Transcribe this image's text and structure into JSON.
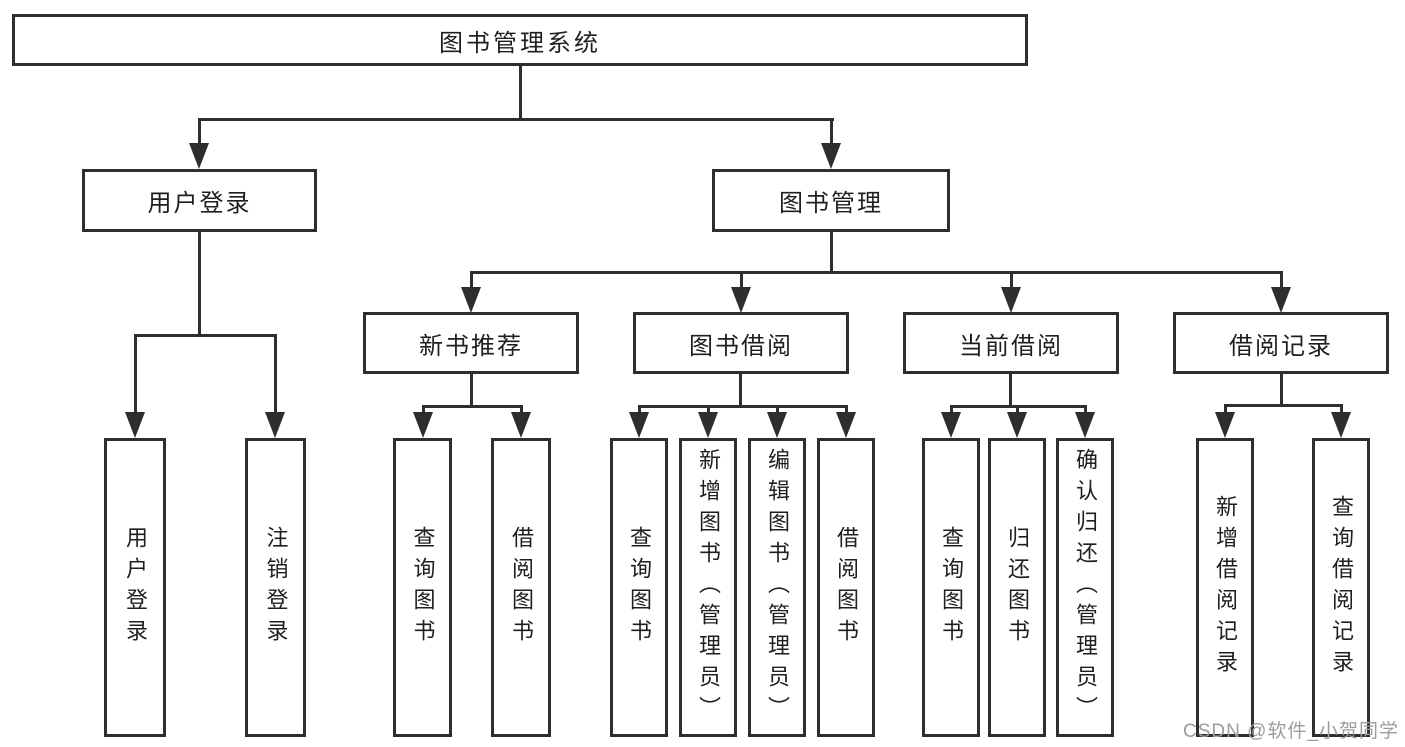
{
  "nodes": {
    "root": "图书管理系统",
    "user_login_group": "用户登录",
    "book_mgmt": "图书管理",
    "new_book_recommend": "新书推荐",
    "book_borrow": "图书借阅",
    "current_borrow": "当前借阅",
    "borrow_record": "借阅记录",
    "user_login": "用户登录",
    "logout_login": "注销登录",
    "rec_query_books": "查询图书",
    "rec_borrow_books": "借阅图书",
    "bb_query_books": "查询图书",
    "bb_add_books": "新增图书（管理员）",
    "bb_edit_books": "编辑图书（管理员）",
    "bb_borrow_books": "借阅图书",
    "cb_query_books": "查询图书",
    "cb_return_books": "归还图书",
    "cb_confirm_return": "确认归还（管理员）",
    "br_add_record": "新增借阅记录",
    "br_query_record": "查询借阅记录"
  },
  "structure": {
    "root_children": [
      "用户登录",
      "图书管理"
    ],
    "user_login_children": [
      "用户登录",
      "注销登录"
    ],
    "book_mgmt_children": [
      "新书推荐",
      "图书借阅",
      "当前借阅",
      "借阅记录"
    ],
    "new_book_recommend_children": [
      "查询图书",
      "借阅图书"
    ],
    "book_borrow_children": [
      "查询图书",
      "新增图书（管理员）",
      "编辑图书（管理员）",
      "借阅图书"
    ],
    "current_borrow_children": [
      "查询图书",
      "归还图书",
      "确认归还（管理员）"
    ],
    "borrow_record_children": [
      "新增借阅记录",
      "查询借阅记录"
    ]
  },
  "watermark": {
    "text": "CSDN @软件_小贺同学",
    "color": "#9c9ca0"
  },
  "colors": {
    "line": "#2e2e2e",
    "text": "#1f1f1f",
    "background": "#ffffff"
  }
}
